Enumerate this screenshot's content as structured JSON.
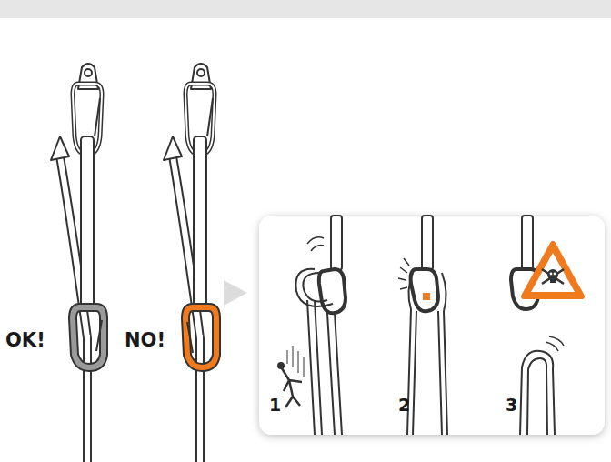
{
  "diagram": {
    "labels": [
      "OK!",
      "NO!",
      "1",
      "2",
      "3"
    ]
  }
}
